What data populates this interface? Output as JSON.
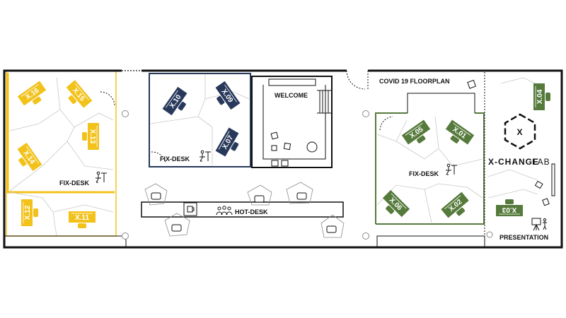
{
  "labels": {
    "covid_title": "COVID 19 FLOORPLAN",
    "welcome": "WELCOME",
    "fix_desk_left": "FIX-DESK",
    "fix_desk_middle": "FIX-DESK",
    "fix_desk_right": "FIX-DESK",
    "hot_desk": "HOT-DESK",
    "presentation": "PRESENTATION",
    "brand_bold": "X-CHANGE",
    "brand_light": "LAB",
    "logo_letter": "X"
  },
  "colors": {
    "yellow": "#f2c21b",
    "navy": "#27385a",
    "green": "#557a3b",
    "wall": "#111111",
    "line": "#bfbfbf"
  },
  "desks": {
    "yellow": [
      "X.16",
      "X.15",
      "X.13",
      "X.14",
      "X.12",
      "X.11"
    ],
    "navy": [
      "X.10",
      "X.09",
      "X.07"
    ],
    "green": [
      "X.05",
      "X.01",
      "X.06",
      "X.02",
      "X.04",
      "X.03"
    ]
  }
}
